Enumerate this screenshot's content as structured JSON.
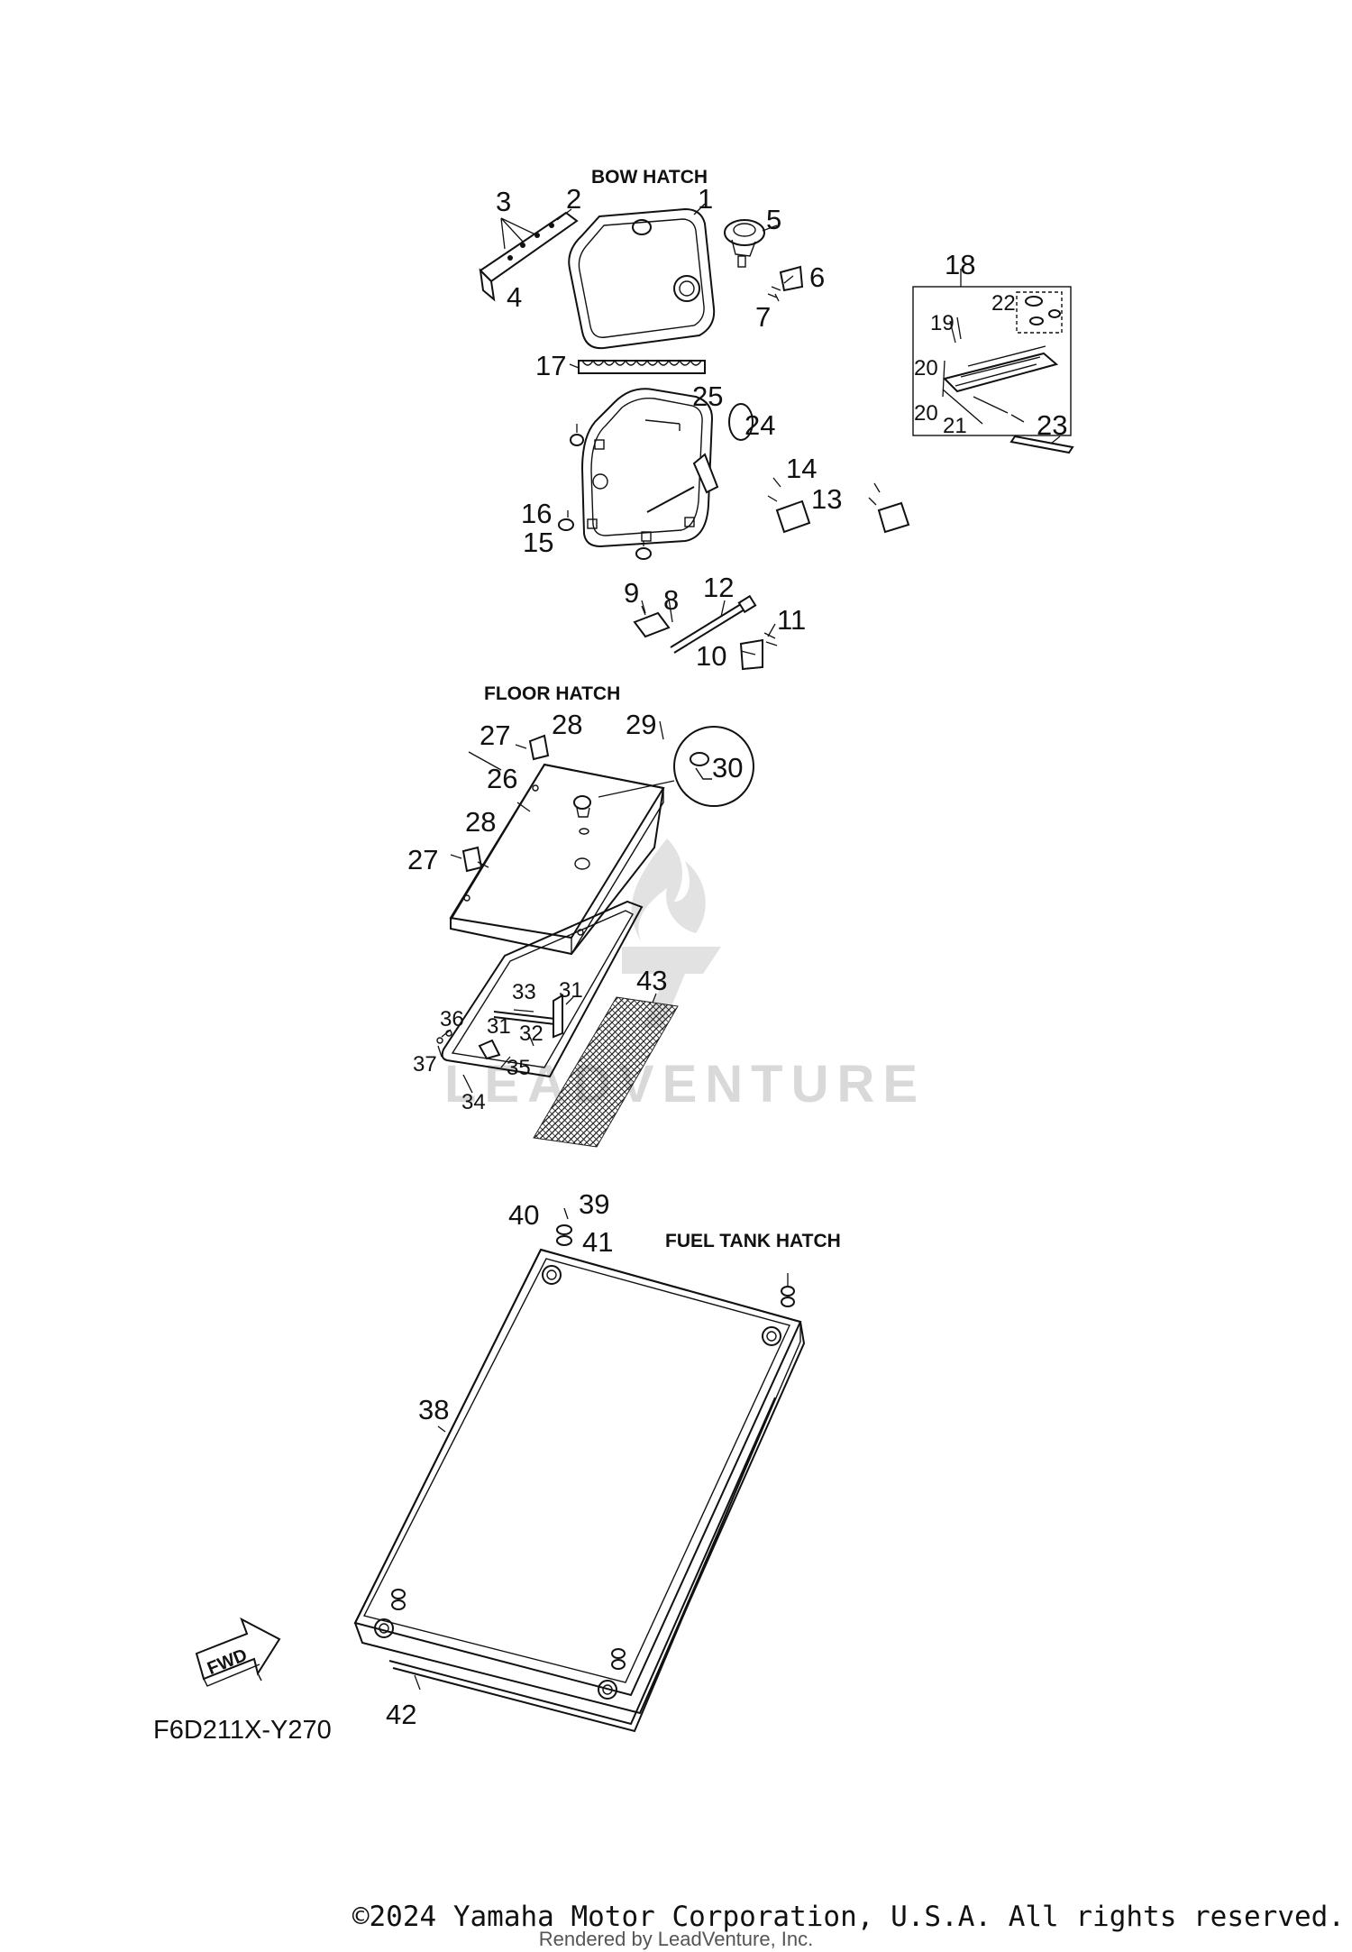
{
  "sections": {
    "bow_hatch": "BOW HATCH",
    "floor_hatch": "FLOOR HATCH",
    "fuel_tank_hatch": "FUEL TANK HATCH"
  },
  "watermark": {
    "text": "LEADVENTURE",
    "icon": "flame-logo-icon"
  },
  "fwd_arrow": {
    "label": "FWD",
    "icon": "forward-arrow-icon"
  },
  "diagram_code": "F6D211X-Y270",
  "copyright": "©2024 Yamaha Motor Corporation, U.S.A. All rights reserved.",
  "rendered_by": "Rendered by LeadVenture, Inc.",
  "callouts": {
    "p1": "1",
    "p2": "2",
    "p3": "3",
    "p4": "4",
    "p5": "5",
    "p6": "6",
    "p7": "7",
    "p8": "8",
    "p9": "9",
    "p10": "10",
    "p11": "11",
    "p12": "12",
    "p13": "13",
    "p14": "14",
    "p15": "15",
    "p16": "16",
    "p17": "17",
    "p18": "18",
    "p19": "19",
    "p20": "20",
    "p21": "21",
    "p22": "22",
    "p23": "23",
    "p24": "24",
    "p25": "25",
    "p26": "26",
    "p27": "27",
    "p28": "28",
    "p29": "29",
    "p30": "30",
    "p31": "31",
    "p32": "32",
    "p33": "33",
    "p34": "34",
    "p35": "35",
    "p36": "36",
    "p37": "37",
    "p38": "38",
    "p39": "39",
    "p40": "40",
    "p41": "41",
    "p42": "42",
    "p43": "43"
  }
}
